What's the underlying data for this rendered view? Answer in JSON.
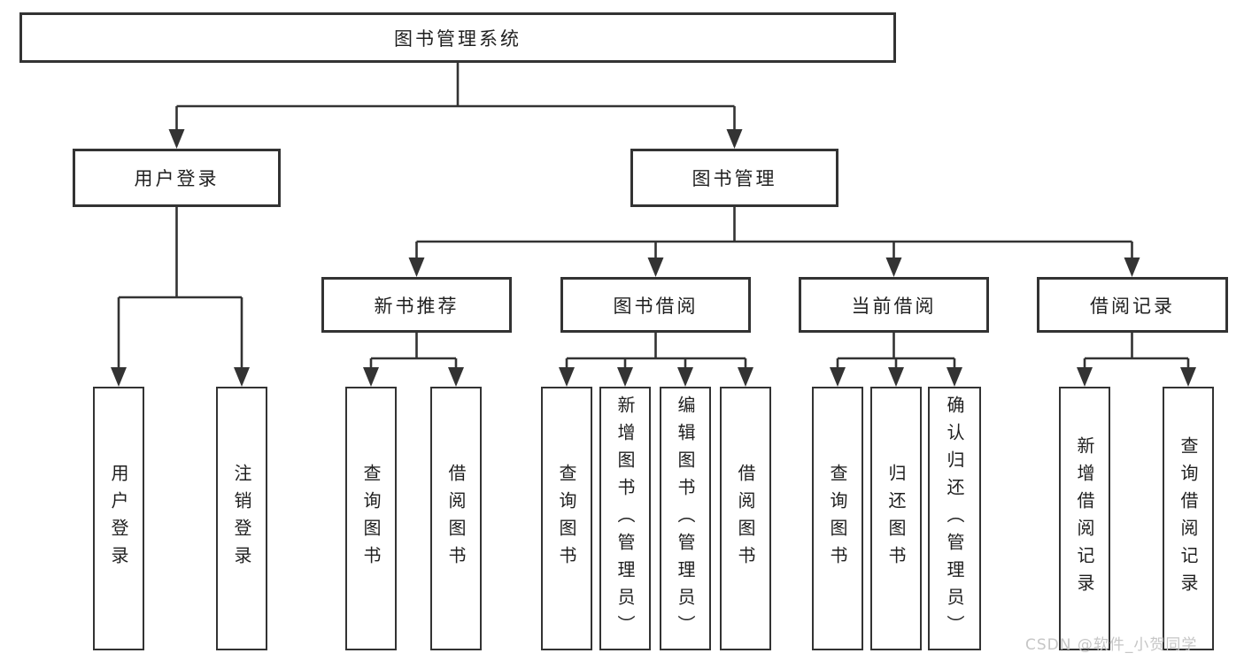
{
  "colors": {
    "line": "#333333",
    "text": "#1f1f1f",
    "box_fill": "#ffffff",
    "bg": "#ffffff",
    "watermark": "#c6c6c6"
  },
  "watermark": {
    "text": "CSDN @软件_小贺同学"
  },
  "tree": {
    "root": {
      "label": "图书管理系统",
      "children": [
        {
          "label": "用户登录",
          "children": [
            {
              "label": "用户登录"
            },
            {
              "label": "注销登录"
            }
          ]
        },
        {
          "label": "图书管理",
          "children": [
            {
              "label": "新书推荐",
              "children": [
                {
                  "label": "查询图书"
                },
                {
                  "label": "借阅图书"
                }
              ]
            },
            {
              "label": "图书借阅",
              "children": [
                {
                  "label": "查询图书"
                },
                {
                  "label": "新增图书（管理员）"
                },
                {
                  "label": "编辑图书（管理员）"
                },
                {
                  "label": "借阅图书"
                }
              ]
            },
            {
              "label": "当前借阅",
              "children": [
                {
                  "label": "查询图书"
                },
                {
                  "label": "归还图书"
                },
                {
                  "label": "确认归还（管理员）"
                }
              ]
            },
            {
              "label": "借阅记录",
              "children": [
                {
                  "label": "新增借阅记录"
                },
                {
                  "label": "查询借阅记录"
                }
              ]
            }
          ]
        }
      ]
    }
  }
}
